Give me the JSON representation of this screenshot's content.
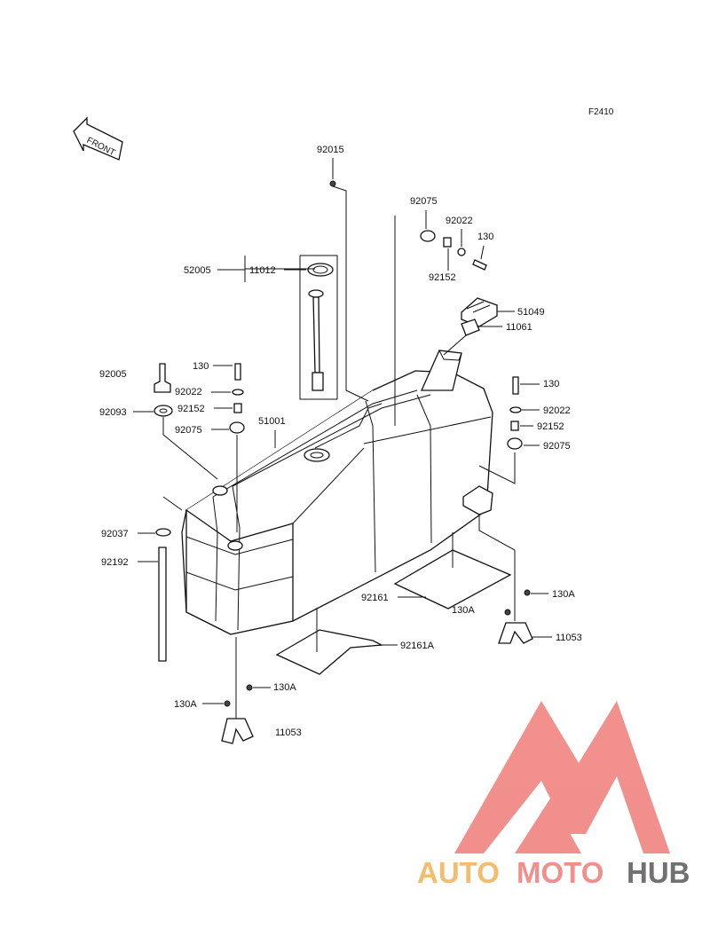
{
  "figure_id": "F2410",
  "front_label": "FRONT",
  "parts": {
    "p92015": "92015",
    "p92075_top": "92075",
    "p92022_top": "92022",
    "p130_top": "130",
    "p92152_top": "92152",
    "p52005": "52005",
    "p11012": "11012",
    "p51049": "51049",
    "p11061": "11061",
    "p92005": "92005",
    "p130_left": "130",
    "p92022_left": "92022",
    "p92093": "92093",
    "p92152_left": "92152",
    "p92075_left": "92075",
    "p51001": "51001",
    "p130_right": "130",
    "p92022_right": "92022",
    "p92152_right": "92152",
    "p92075_right": "92075",
    "p92037": "92037",
    "p92192": "92192",
    "p92161": "92161",
    "p130A_mid": "130A",
    "p130A_right": "130A",
    "p11053_right": "11053",
    "p92161A": "92161A",
    "p130A_bottom_r": "130A",
    "p130A_bottom_l": "130A",
    "p11053_bottom": "11053"
  },
  "watermark": {
    "text_part1": "AUTO",
    "text_part2": "MOTO",
    "text_part3": "HUB",
    "color_orange": "#f5b867",
    "color_red": "#f08a86",
    "color_gray": "#6a6a6a"
  }
}
